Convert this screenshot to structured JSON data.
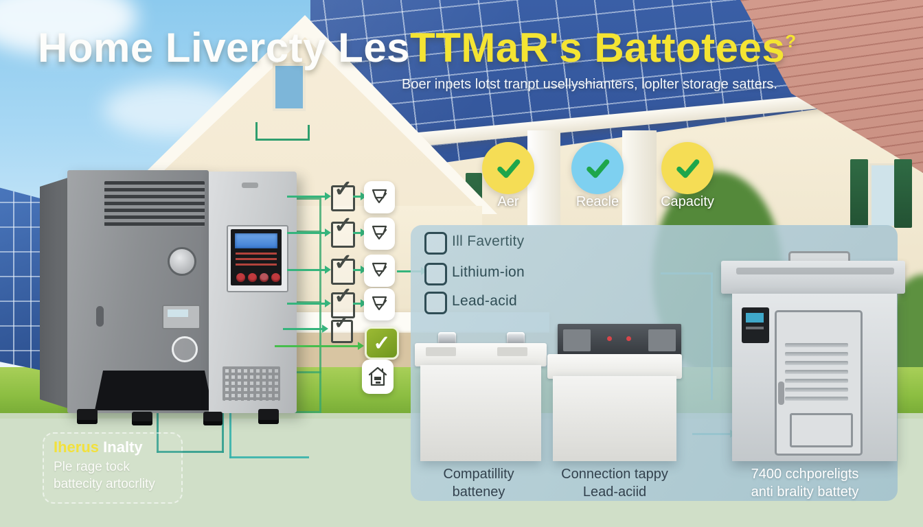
{
  "header": {
    "title_white": "Home Livercty Les",
    "title_yellow": "TTMaR's Battotees",
    "title_superscript": "?",
    "subtitle": "Boer inpets lotst tranpt usellyshianters, loplter storage satters."
  },
  "features": [
    {
      "label": "Aer",
      "circle_color": "#f5dd55"
    },
    {
      "label": "Reacle",
      "circle_color": "#7ed0f0"
    },
    {
      "label": "Capacity",
      "circle_color": "#f5dd55"
    }
  ],
  "checklist": {
    "items": [
      {
        "label": "Ill Favertity",
        "checked": false
      },
      {
        "label": "Lithium-ion",
        "checked": false
      },
      {
        "label": "Lead-acid",
        "checked": false
      }
    ]
  },
  "products": [
    {
      "caption_line1": "Compatillity",
      "caption_line2": "batteney"
    },
    {
      "caption_line1": "Connection tappy",
      "caption_line2": "Lead-aciid"
    },
    {
      "caption_line1": "7400 cchporeligts",
      "caption_line2": "anti brality battety"
    }
  ],
  "note": {
    "heading_yellow": "Iherus",
    "heading_white": "Inalty",
    "line1": "Ple rage tock",
    "line2": "battecity artocrlity"
  },
  "icons": {
    "check": "✓"
  },
  "colors": {
    "title_yellow": "#f4e433",
    "accent_green": "#35b47c",
    "teal_line": "#2f9d8d",
    "panel_blue": "#aac7d4",
    "circle_yellow": "#f5dd55",
    "circle_blue": "#7ed0f0",
    "check_green": "#1ea64b",
    "lawn_green": "#8cbe42"
  }
}
